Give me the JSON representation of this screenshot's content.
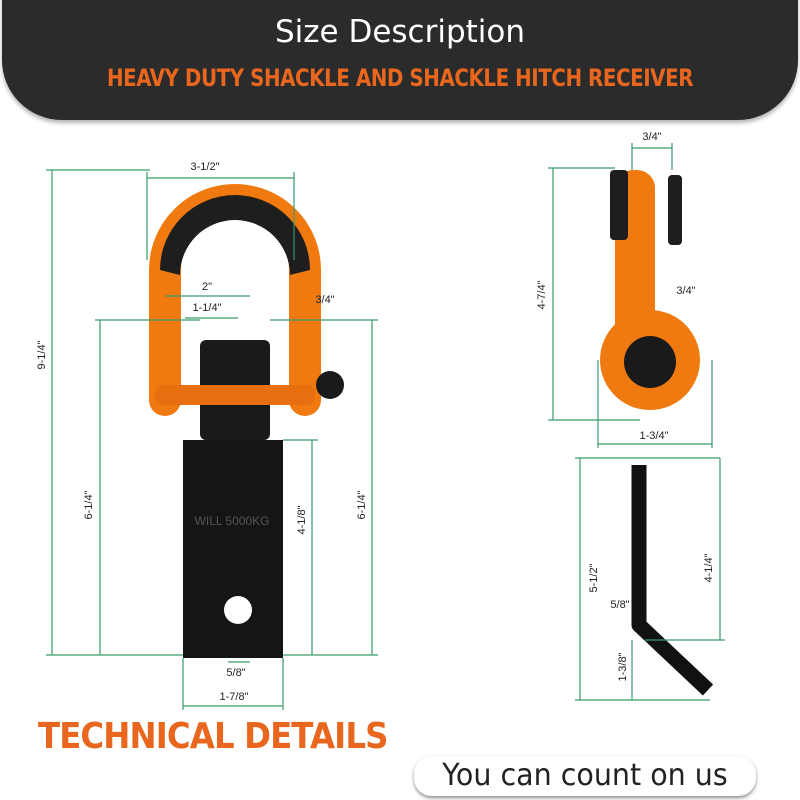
{
  "header": {
    "title": "Size Description",
    "subtitle": "HEAVY DUTY SHACKLE AND SHACKLE HITCH RECEIVER"
  },
  "dimensions": {
    "shackle_width": "3-1/2\"",
    "shackle_inner": "2\"",
    "shackle_thickness": "3/4\"",
    "pin_gap": "1-1/4\"",
    "total_height": "9-1/4\"",
    "receiver_height_left": "6-1/4\"",
    "hole_to_end": "4-1/8\"",
    "receiver_height_right": "6-1/4\"",
    "hole_diameter": "5/8\"",
    "receiver_width": "1-7/8\"",
    "side_width": "3/4\"",
    "side_height": "4-7/4\"",
    "side_thickness": "3/4\"",
    "side_base": "1-3/4\"",
    "pin_height": "5-1/2\"",
    "pin_diameter": "5/8\"",
    "pin_straight": "4-1/4\"",
    "pin_bend": "1-3/8\""
  },
  "footer": {
    "technical": "TECHNICAL DETAILS",
    "slogan": "You can count on us"
  },
  "colors": {
    "orange": "#e8661d",
    "dark": "#2b2b2b",
    "dim_line": "#3a9a6a"
  }
}
